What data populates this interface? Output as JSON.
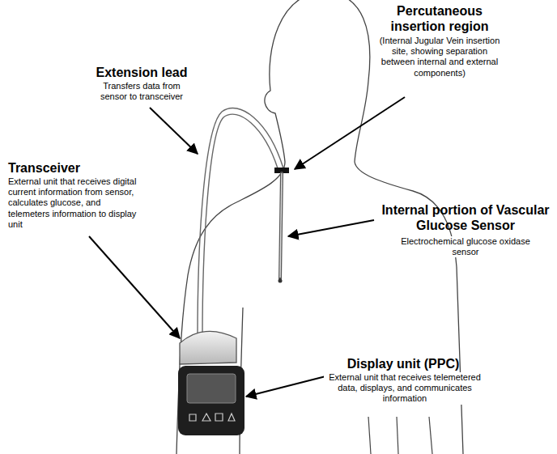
{
  "diagram": {
    "labels": [
      "Extension lead",
      "Transfers data from sensor to transceiver",
      "Percutaneous insertion region",
      "(Internal Jugular Vein insertion site, showing separation between internal and external components)",
      "Transceiver",
      "External unit that receives digital current information from sensor, calculates glucose, and telemeters information to display unit",
      "Internal portion of Vascular Glucose Sensor",
      "Electrochemical glucose oxidase sensor",
      "Display unit (PPC)",
      "External unit that receives telemetered data, displays, and communicates information"
    ]
  }
}
